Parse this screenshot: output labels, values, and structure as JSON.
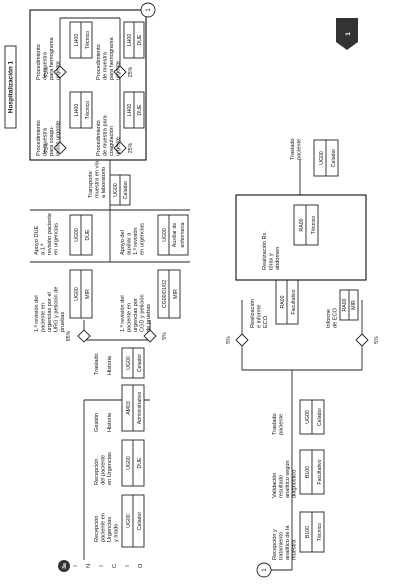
{
  "diagram": {
    "title": "Hospitalización 1",
    "start_label": "INICIO",
    "start_letters": [
      "I",
      "N",
      "I",
      "C",
      "I",
      "O"
    ],
    "inicio_icon_text": "3a",
    "connector_1": "1",
    "corner_marker": "1",
    "top_row": [
      {
        "lines": [
          "Recepción",
          "paciente en",
          "Urgencias",
          "y triado"
        ],
        "codes": [
          "UG00",
          "Celador"
        ]
      },
      {
        "lines": [
          "Recepción",
          "del paciente",
          "en Urgencias"
        ],
        "codes": [
          "UG00",
          "DUE"
        ]
      },
      {
        "lines": [
          "Gestión"
        ],
        "codes": []
      },
      {
        "lines": [
          "Historia"
        ],
        "codes": [
          "AM03",
          "Administrativo"
        ]
      },
      {
        "lines": [
          "Traslado"
        ],
        "codes": []
      },
      {
        "lines": [
          "Historia"
        ],
        "codes": [
          "UG00",
          "Celador"
        ]
      }
    ],
    "mid_row": [
      {
        "lines": [
          "1.ª revisión del",
          "paciente en",
          "urgencias por el",
          "URG y petición de",
          "pruebas"
        ],
        "codes": [
          "UG00",
          "MIR"
        ]
      },
      {
        "lines": [
          "1.ª revisión del",
          "paciente en",
          "urgencias por",
          "CGD y petición",
          "de pruebas"
        ],
        "codes": [
          "CG00/01/02",
          "MIR"
        ]
      },
      {
        "lines": [
          "Apoyo DUE",
          "a 1.ª",
          "revisión paciente",
          "en urgencias"
        ],
        "codes": [
          "UG00",
          "DUE"
        ]
      },
      {
        "lines": [
          "Apoyo del",
          "auxiliar a",
          "1.ª revisión",
          "en urgencias"
        ],
        "codes": [
          "UG00",
          "Auxiliar de",
          "enfermería"
        ]
      },
      {
        "lines": [
          "Transporte",
          "muestra en vía",
          "a laboratorio"
        ],
        "codes": [
          "UG00",
          "Celador"
        ]
      }
    ],
    "procedures": [
      {
        "lines": [
          "Procedimiento",
          "de muestra",
          "para coagu-",
          "lación urgente"
        ],
        "codes": [
          "LH00",
          "Técnico"
        ],
        "pct": "75%"
      },
      {
        "lines": [
          "Procedimiento",
          "de muestra",
          "para hemograma",
          "urgente"
        ],
        "codes": [
          "LH00",
          "Técnico"
        ],
        "pct": "75%"
      },
      {
        "lines": [
          "Procedimiento",
          "de muestra para",
          "coagulación",
          "urgente"
        ],
        "codes": [
          "LH00",
          "DUE"
        ],
        "pct": "25%"
      },
      {
        "lines": [
          "Procedimiento",
          "de muestra",
          "para hemograma",
          "urgente"
        ],
        "codes": [
          "LH00",
          "DUE"
        ],
        "pct": "25%"
      }
    ],
    "pct_left": {
      "top": "95%",
      "bottom": "5%"
    },
    "bottom_row": [
      {
        "lines": [
          "Recepción y",
          "tratamiento",
          "analítico de la",
          "muestra"
        ],
        "codes": [
          "B100",
          "Técnico"
        ]
      },
      {
        "lines": [
          "Validación",
          "resultado",
          "analítico según",
          "diagnóstico"
        ],
        "codes": [
          "B100",
          "Facultativo"
        ]
      },
      {
        "lines": [
          "Traslado",
          "paciente"
        ],
        "codes": [
          "UG00",
          "Celador"
        ]
      },
      {
        "lines": [
          "Realización",
          "e informe",
          "ECO"
        ],
        "codes": [
          "RA00",
          "Facultativo"
        ]
      },
      {
        "lines": [
          "Informe",
          "de ECO"
        ],
        "codes": [
          "RA00",
          "MIR"
        ]
      },
      {
        "lines": [
          "Realización Rx.",
          "tórax y",
          "abdomen"
        ],
        "codes": [
          "RA00",
          "Técnico"
        ]
      },
      {
        "lines": [
          "Traslado",
          "paciente"
        ],
        "codes": [
          "UG00",
          "Celador"
        ]
      }
    ],
    "pct_eco": {
      "top": "5%",
      "bottom": "5%"
    }
  }
}
